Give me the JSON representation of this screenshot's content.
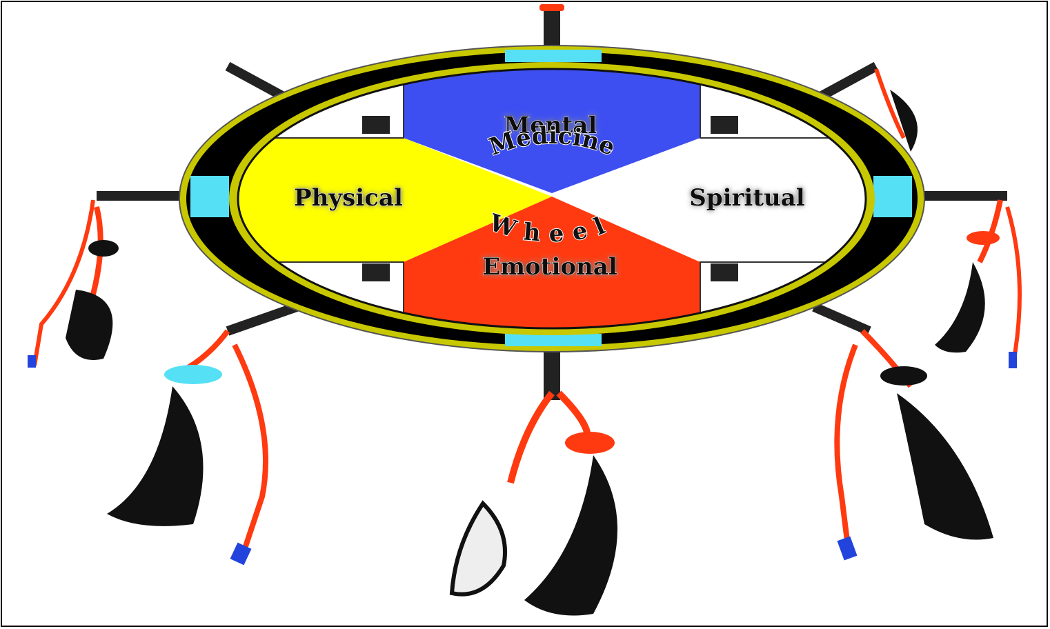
{
  "wheel": {
    "top_label": "Mental",
    "left_label": "Physical",
    "right_label": "Spiritual",
    "bottom_label": "Emotional",
    "center_word_1": "Medicine",
    "center_word_2": "Wheel"
  },
  "colors": {
    "mental": "#3d4ff0",
    "physical": "#ffff00",
    "spiritual": "#ffffff",
    "emotional": "#ff3a10",
    "rim": "#000000",
    "rim_border": "#c8c800",
    "turquoise": "#55e0f5",
    "feather": "#000000",
    "strap": "#ff3a10"
  }
}
